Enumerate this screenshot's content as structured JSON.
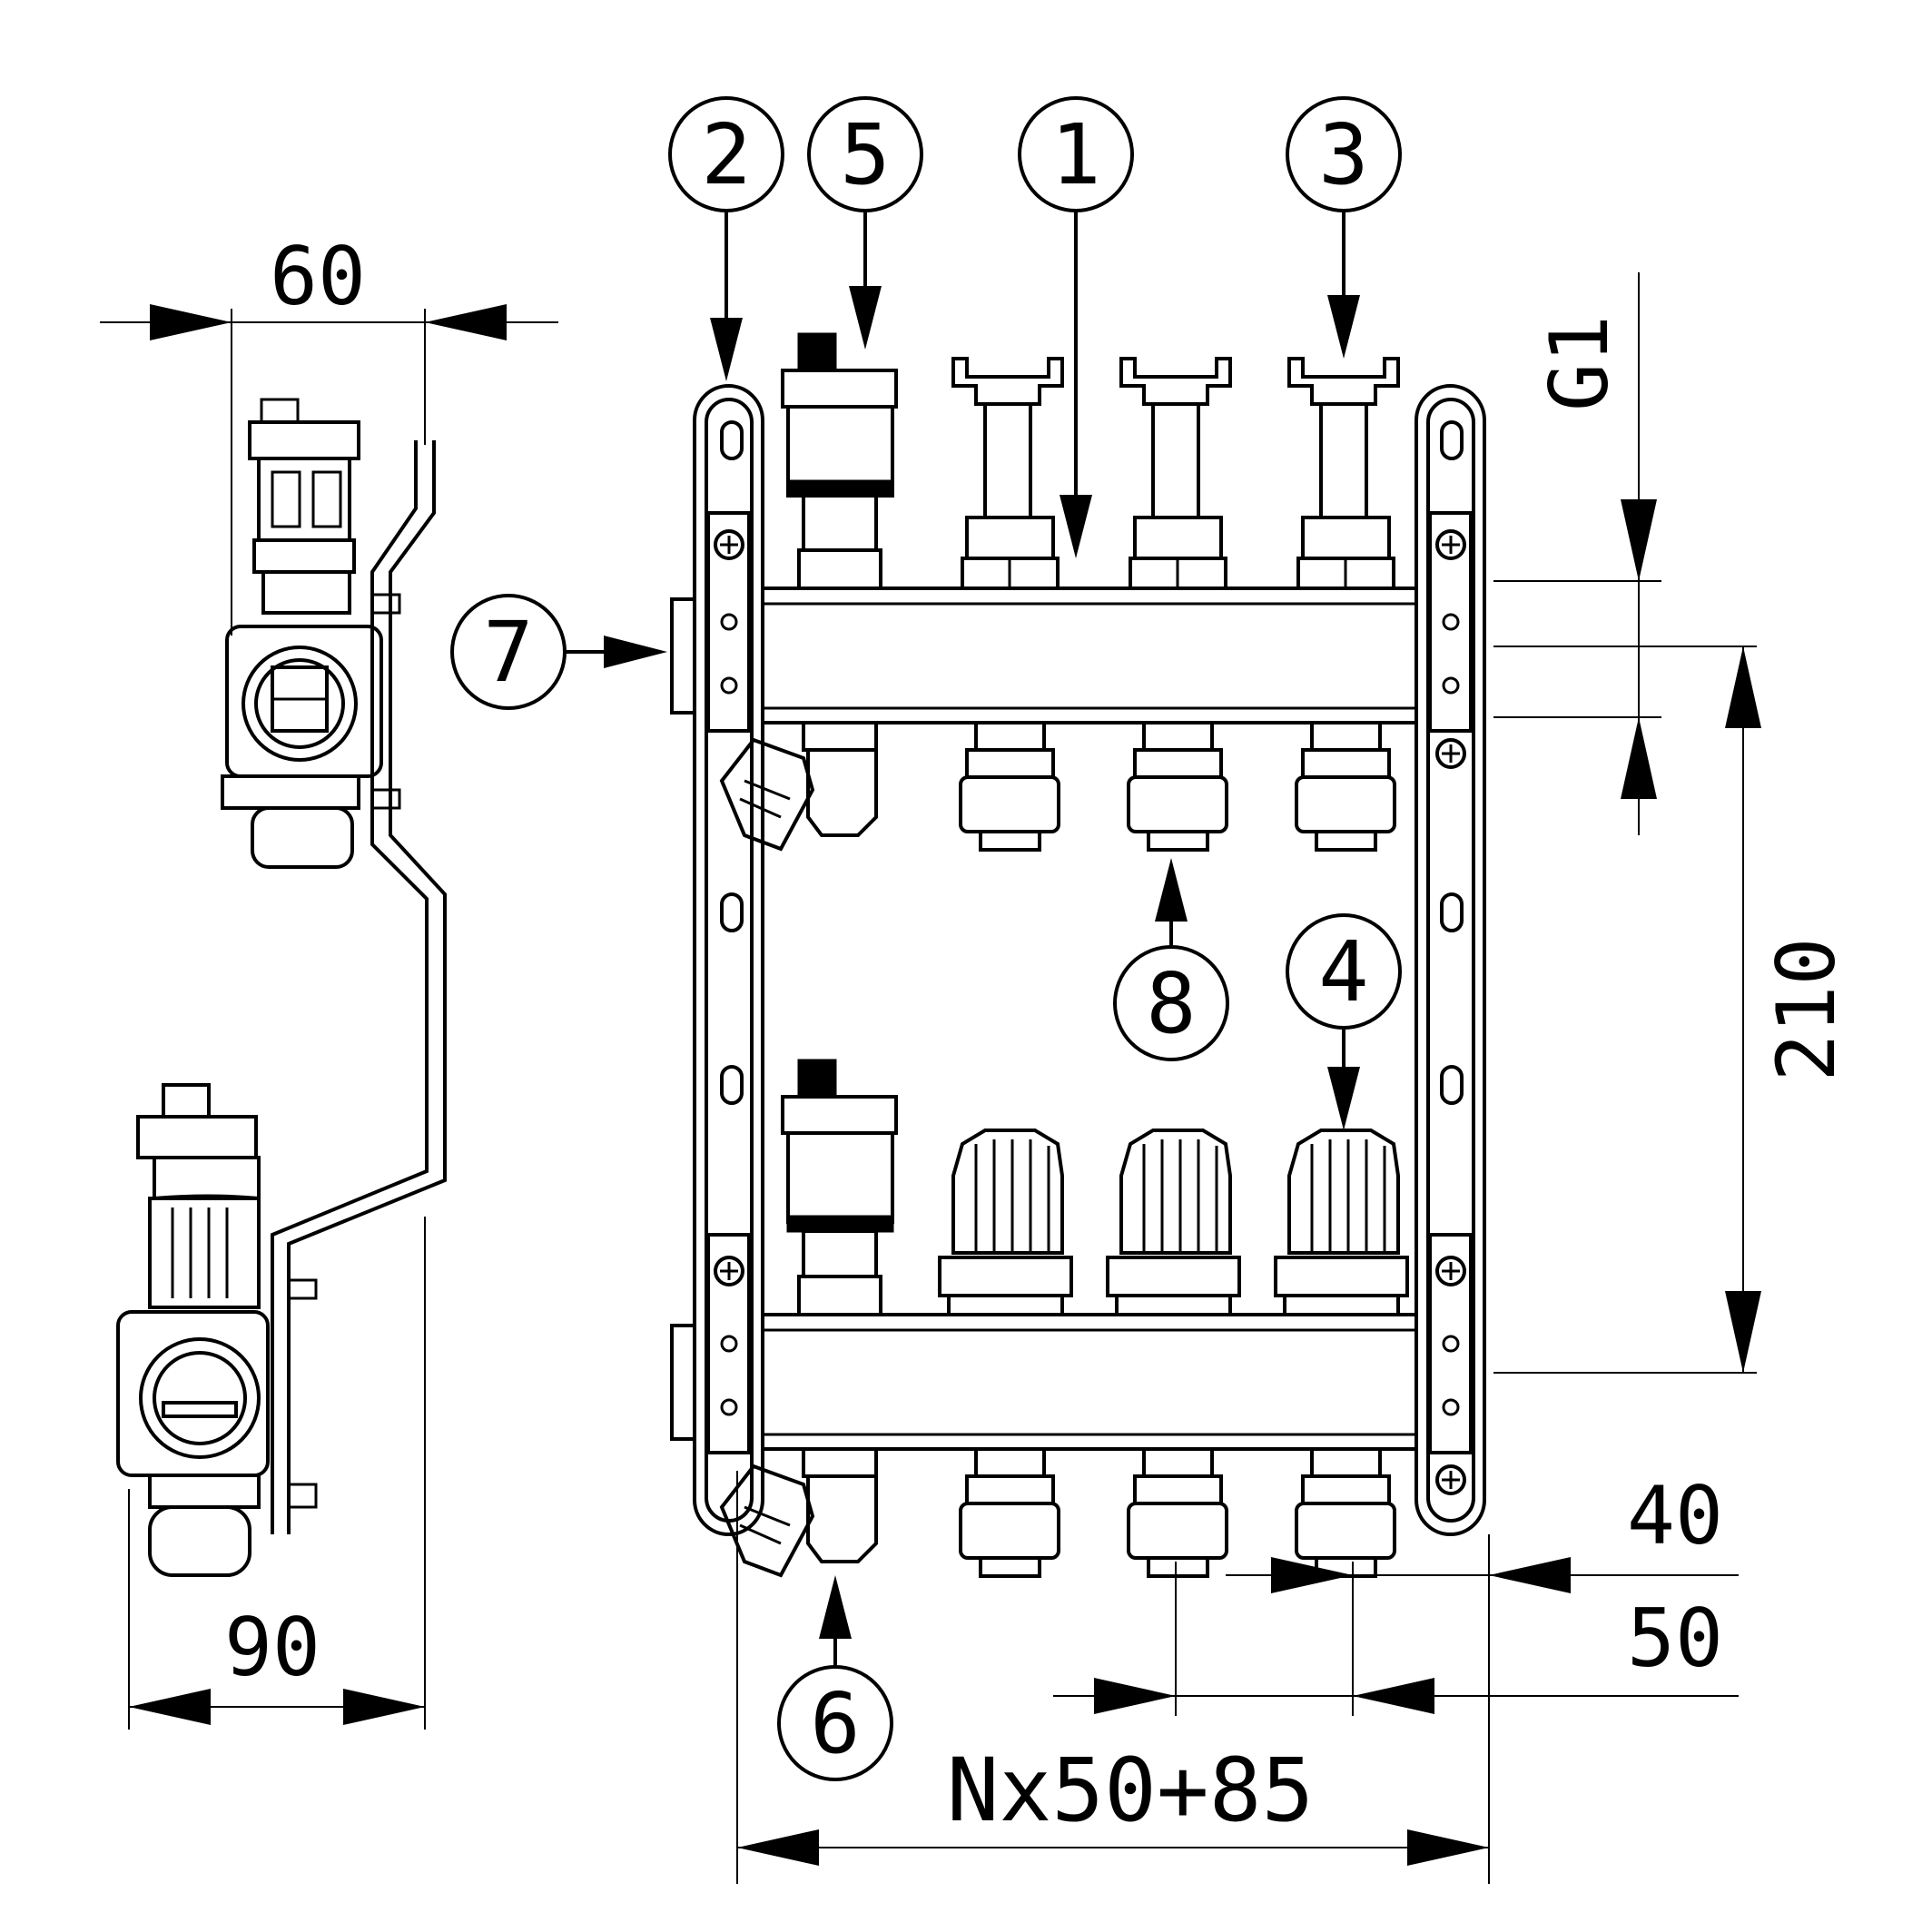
{
  "callouts": [
    {
      "id": "callout-1",
      "label": "1"
    },
    {
      "id": "callout-2",
      "label": "2"
    },
    {
      "id": "callout-3",
      "label": "3"
    },
    {
      "id": "callout-4",
      "label": "4"
    },
    {
      "id": "callout-5",
      "label": "5"
    },
    {
      "id": "callout-6",
      "label": "6"
    },
    {
      "id": "callout-7",
      "label": "7"
    },
    {
      "id": "callout-8",
      "label": "8"
    }
  ],
  "dimensions": {
    "side_top_width": "60",
    "side_bottom_width": "90",
    "thread": "G1",
    "height": "210",
    "offset": "40",
    "pitch": "50",
    "total_width": "Nx50+85"
  },
  "colors": {
    "line": "#000000",
    "background": "#ffffff"
  }
}
